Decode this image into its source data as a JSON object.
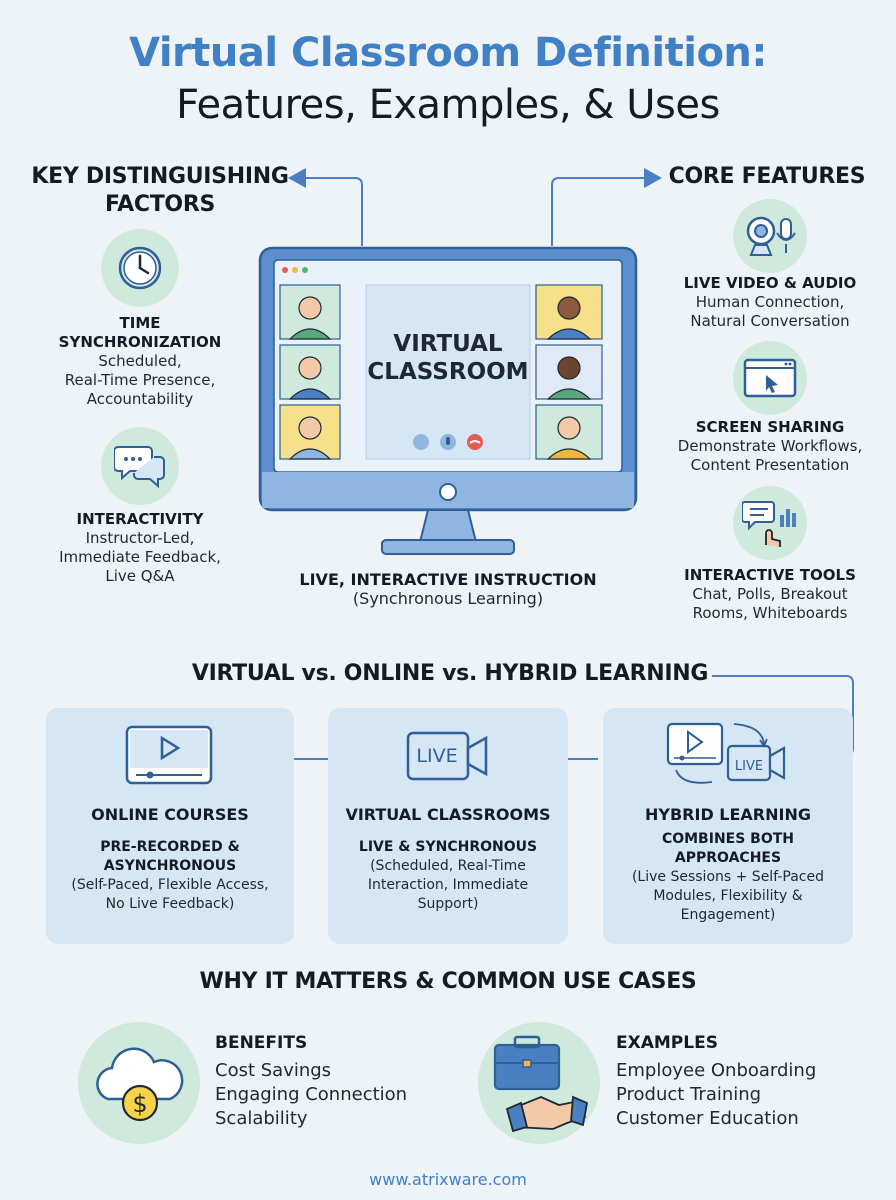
{
  "header": {
    "title_line1": "Virtual Classroom Definition:",
    "title_line2": "Features, Examples, & Uses"
  },
  "left_section": {
    "heading_line1": "KEY DISTINGUISHING",
    "heading_line2": "FACTORS",
    "items": [
      {
        "icon": "clock-icon",
        "title_line1": "TIME",
        "title_line2": "SYNCHRONIZATION",
        "lines": [
          "Scheduled,",
          "Real-Time Presence,",
          "Accountability"
        ]
      },
      {
        "icon": "chat-bubbles-icon",
        "title_line1": "INTERACTIVITY",
        "lines": [
          "Instructor-Led,",
          "Immediate Feedback,",
          "Live Q&A"
        ]
      }
    ]
  },
  "center": {
    "monitor_label_line1": "VIRTUAL",
    "monitor_label_line2": "CLASSROOM",
    "caption_title": "LIVE, INTERACTIVE INSTRUCTION",
    "caption_sub": "(Synchronous Learning)"
  },
  "right_section": {
    "heading": "CORE FEATURES",
    "items": [
      {
        "icon": "webcam-microphone-icon",
        "title": "LIVE VIDEO & AUDIO",
        "lines": [
          "Human Connection,",
          "Natural Conversation"
        ]
      },
      {
        "icon": "screen-share-icon",
        "title": "SCREEN SHARING",
        "lines": [
          "Demonstrate Workflows,",
          "Content Presentation"
        ]
      },
      {
        "icon": "interactive-tools-icon",
        "title": "INTERACTIVE TOOLS",
        "lines": [
          "Chat, Polls, Breakout",
          "Rooms, Whiteboards"
        ]
      }
    ]
  },
  "comparison": {
    "heading": "VIRTUAL vs. ONLINE vs. HYBRID LEARNING",
    "cards": [
      {
        "icon": "video-player-icon",
        "title": "ONLINE COURSES",
        "sub_lines": [
          "PRE-RECORDED &",
          "ASYNCHRONOUS"
        ],
        "lines": [
          "(Self-Paced, Flexible Access,",
          "No Live Feedback)"
        ]
      },
      {
        "icon": "live-camera-icon",
        "icon_text": "LIVE",
        "title": "VIRTUAL CLASSROOMS",
        "sub_lines": [
          "LIVE & SYNCHRONOUS"
        ],
        "lines": [
          "(Scheduled, Real-Time",
          "Interaction, Immediate",
          "Support)"
        ]
      },
      {
        "icon": "hybrid-icon",
        "icon_text": "LIVE",
        "title": "HYBRID LEARNING",
        "sub_lines": [
          "COMBINES BOTH",
          "APPROACHES"
        ],
        "lines": [
          "(Live Sessions + Self-Paced",
          "Modules, Flexibility &",
          "Engagement)"
        ]
      }
    ]
  },
  "use_cases": {
    "heading": "WHY IT MATTERS & COMMON USE CASES",
    "benefits": {
      "icon": "cloud-dollar-icon",
      "title": "BENEFITS",
      "items": [
        "Cost Savings",
        "Engaging Connection",
        "Scalability"
      ]
    },
    "examples": {
      "icon": "briefcase-handshake-icon",
      "title": "EXAMPLES",
      "items": [
        "Employee Onboarding",
        "Product Training",
        "Customer Education"
      ]
    }
  },
  "footer": {
    "url": "www.atrixware.com"
  },
  "colors": {
    "background": "#eef3f8",
    "accent_blue": "#3f80c6",
    "card_blue": "#d5e6f5",
    "icon_circle_green": "#cfe9dc",
    "monitor_blue": "#4a7fc1",
    "end_call_red": "#e35d54"
  }
}
